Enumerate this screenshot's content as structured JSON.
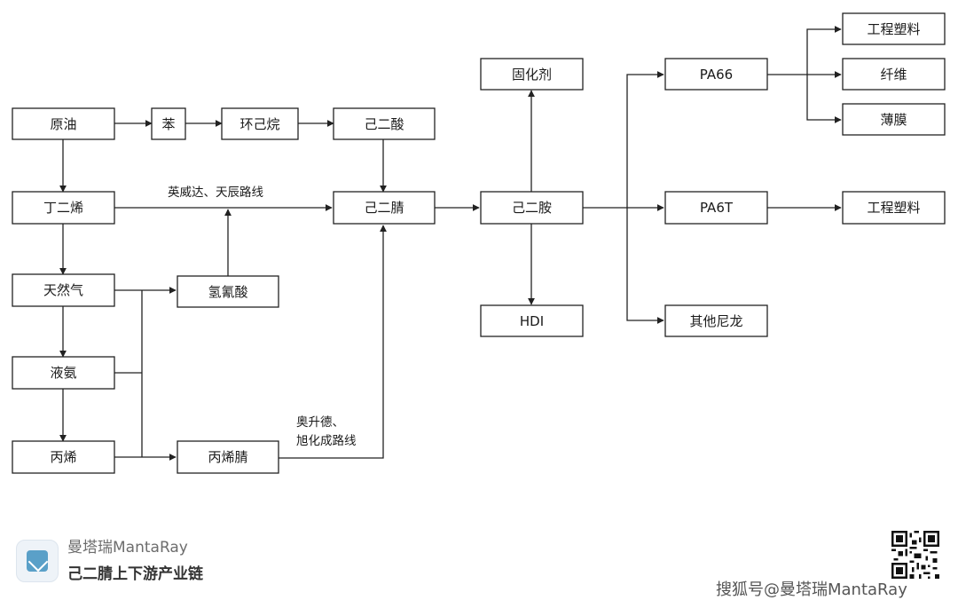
{
  "nodes": {
    "crude_oil": "原油",
    "benzene": "苯",
    "cyclohexane": "环己烷",
    "adipic_acid": "己二酸",
    "butadiene": "丁二烯",
    "adiponitrile": "己二腈",
    "hexamethylenediamine": "己二胺",
    "natural_gas": "天然气",
    "hydrogen_cyanide": "氢氰酸",
    "liquid_ammonia": "液氨",
    "propylene": "丙烯",
    "acrylonitrile": "丙烯腈",
    "curing_agent": "固化剂",
    "hdi": "HDI",
    "pa66": "PA66",
    "pa6t": "PA6T",
    "other_nylon": "其他尼龙",
    "eng_plastic_1": "工程塑料",
    "fiber": "纤维",
    "film": "薄膜",
    "eng_plastic_2": "工程塑料"
  },
  "edge_labels": {
    "butadiene_route": "英威达、天辰路线",
    "acrylonitrile_route_line1": "奥升德、",
    "acrylonitrile_route_line2": "旭化成路线"
  },
  "branding": {
    "name": "曼塔瑞MantaRay",
    "subtitle": "己二腈上下游产业链",
    "watermark": "搜狐号@曼塔瑞MantaRay"
  },
  "colors": {
    "stroke": "#222222",
    "logo_accent": "#5aa0c8"
  }
}
